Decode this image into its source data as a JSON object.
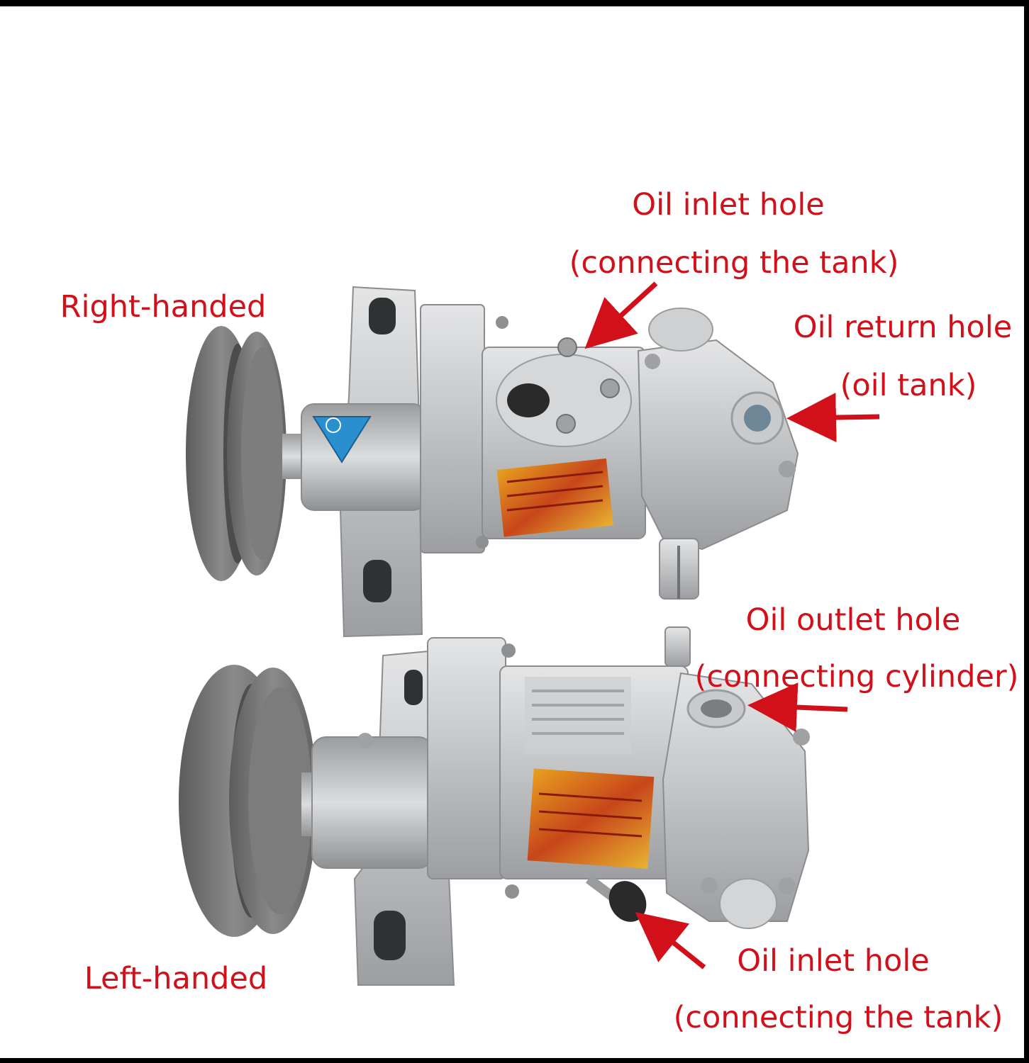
{
  "colors": {
    "annotation": "#d2101a",
    "background": "#ffffff",
    "frame": "#000000",
    "metal": "#b9bbbd",
    "pulley": "#6f6f6f",
    "sticker": "#d9520f"
  },
  "pumps": [
    {
      "name": "Right-handed",
      "icon": "hydraulic-gear-pump-icon"
    },
    {
      "name": "Left-handed",
      "icon": "hydraulic-gear-pump-icon"
    }
  ],
  "annotations": {
    "top_inlet_line1": "Oil inlet hole",
    "top_inlet_line2": "(connecting the tank)",
    "return_line1": "Oil return hole",
    "return_line2": "(oil tank)",
    "outlet_line1": "Oil outlet hole",
    "outlet_line2": "(connecting cylinder)",
    "bottom_inlet_line1": "Oil inlet hole",
    "bottom_inlet_line2": "(connecting the tank)"
  }
}
